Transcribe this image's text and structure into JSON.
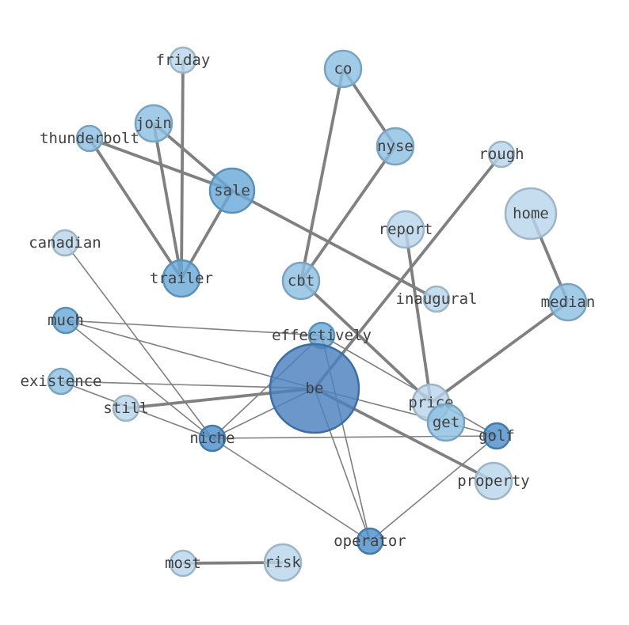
{
  "nodes": [
    {
      "id": "friday",
      "label": "friday",
      "size": "small",
      "tone": "light"
    },
    {
      "id": "co",
      "label": "co",
      "size": "medium",
      "tone": "mid"
    },
    {
      "id": "join",
      "label": "join",
      "size": "medium",
      "tone": "mid"
    },
    {
      "id": "thunderbolt",
      "label": "thunderbolt",
      "size": "small",
      "tone": "mid"
    },
    {
      "id": "nyse",
      "label": "nyse",
      "size": "medium",
      "tone": "mid"
    },
    {
      "id": "rough",
      "label": "rough",
      "size": "small",
      "tone": "light"
    },
    {
      "id": "sale",
      "label": "sale",
      "size": "large",
      "tone": "strong"
    },
    {
      "id": "home",
      "label": "home",
      "size": "xlarge",
      "tone": "light"
    },
    {
      "id": "report",
      "label": "report",
      "size": "medium",
      "tone": "light"
    },
    {
      "id": "canadian",
      "label": "canadian",
      "size": "small",
      "tone": "light"
    },
    {
      "id": "trailer",
      "label": "trailer",
      "size": "medium",
      "tone": "strong"
    },
    {
      "id": "cbt",
      "label": "cbt",
      "size": "medium",
      "tone": "mid"
    },
    {
      "id": "inaugural",
      "label": "inaugural",
      "size": "small",
      "tone": "light"
    },
    {
      "id": "median",
      "label": "median",
      "size": "medium",
      "tone": "mid"
    },
    {
      "id": "much",
      "label": "much",
      "size": "small",
      "tone": "strong"
    },
    {
      "id": "effectively",
      "label": "effectively",
      "size": "small",
      "tone": "strong"
    },
    {
      "id": "existence",
      "label": "existence",
      "size": "small",
      "tone": "mid"
    },
    {
      "id": "be",
      "label": "be",
      "size": "huge",
      "tone": "darkest"
    },
    {
      "id": "still",
      "label": "still",
      "size": "small",
      "tone": "light"
    },
    {
      "id": "price",
      "label": "price",
      "size": "medium",
      "tone": "light"
    },
    {
      "id": "get",
      "label": "get",
      "size": "medium",
      "tone": "mid"
    },
    {
      "id": "niche",
      "label": "niche",
      "size": "small",
      "tone": "dark"
    },
    {
      "id": "golf",
      "label": "golf",
      "size": "small",
      "tone": "dark"
    },
    {
      "id": "property",
      "label": "property",
      "size": "medium",
      "tone": "light"
    },
    {
      "id": "operator",
      "label": "operator",
      "size": "small",
      "tone": "dark"
    },
    {
      "id": "most",
      "label": "most",
      "size": "small",
      "tone": "light"
    },
    {
      "id": "risk",
      "label": "risk",
      "size": "medium",
      "tone": "light"
    }
  ],
  "edges": [
    {
      "source": "friday",
      "target": "trailer",
      "weight": "heavy"
    },
    {
      "source": "join",
      "target": "trailer",
      "weight": "heavy"
    },
    {
      "source": "join",
      "target": "sale",
      "weight": "heavy"
    },
    {
      "source": "thunderbolt",
      "target": "trailer",
      "weight": "heavy"
    },
    {
      "source": "thunderbolt",
      "target": "sale",
      "weight": "heavy"
    },
    {
      "source": "sale",
      "target": "trailer",
      "weight": "heavy"
    },
    {
      "source": "sale",
      "target": "inaugural",
      "weight": "heavy"
    },
    {
      "source": "co",
      "target": "nyse",
      "weight": "heavy"
    },
    {
      "source": "co",
      "target": "cbt",
      "weight": "heavy"
    },
    {
      "source": "nyse",
      "target": "cbt",
      "weight": "heavy"
    },
    {
      "source": "cbt",
      "target": "price",
      "weight": "heavy"
    },
    {
      "source": "rough",
      "target": "be",
      "weight": "heavy"
    },
    {
      "source": "home",
      "target": "median",
      "weight": "heavy"
    },
    {
      "source": "median",
      "target": "price",
      "weight": "heavy"
    },
    {
      "source": "report",
      "target": "price",
      "weight": "heavy"
    },
    {
      "source": "still",
      "target": "be",
      "weight": "heavy"
    },
    {
      "source": "be",
      "target": "property",
      "weight": "heavy"
    },
    {
      "source": "most",
      "target": "risk",
      "weight": "heavy"
    },
    {
      "source": "canadian",
      "target": "niche",
      "weight": "light"
    },
    {
      "source": "much",
      "target": "effectively",
      "weight": "light"
    },
    {
      "source": "much",
      "target": "be",
      "weight": "light"
    },
    {
      "source": "much",
      "target": "niche",
      "weight": "light"
    },
    {
      "source": "existence",
      "target": "be",
      "weight": "light"
    },
    {
      "source": "existence",
      "target": "niche",
      "weight": "light"
    },
    {
      "source": "effectively",
      "target": "niche",
      "weight": "light"
    },
    {
      "source": "effectively",
      "target": "operator",
      "weight": "light"
    },
    {
      "source": "effectively",
      "target": "golf",
      "weight": "light"
    },
    {
      "source": "be",
      "target": "niche",
      "weight": "light"
    },
    {
      "source": "be",
      "target": "operator",
      "weight": "light"
    },
    {
      "source": "be",
      "target": "get",
      "weight": "light"
    },
    {
      "source": "niche",
      "target": "golf",
      "weight": "light"
    },
    {
      "source": "niche",
      "target": "operator",
      "weight": "light"
    },
    {
      "source": "golf",
      "target": "operator",
      "weight": "light"
    },
    {
      "source": "get",
      "target": "golf",
      "weight": "light"
    }
  ],
  "colors": {
    "light": "#b8d5ea",
    "mid": "#8ec0e2",
    "strong": "#6aaad8",
    "dark": "#4e8fca",
    "darkest": "#4a80c0",
    "edge": "#808080",
    "text": "#404040"
  }
}
